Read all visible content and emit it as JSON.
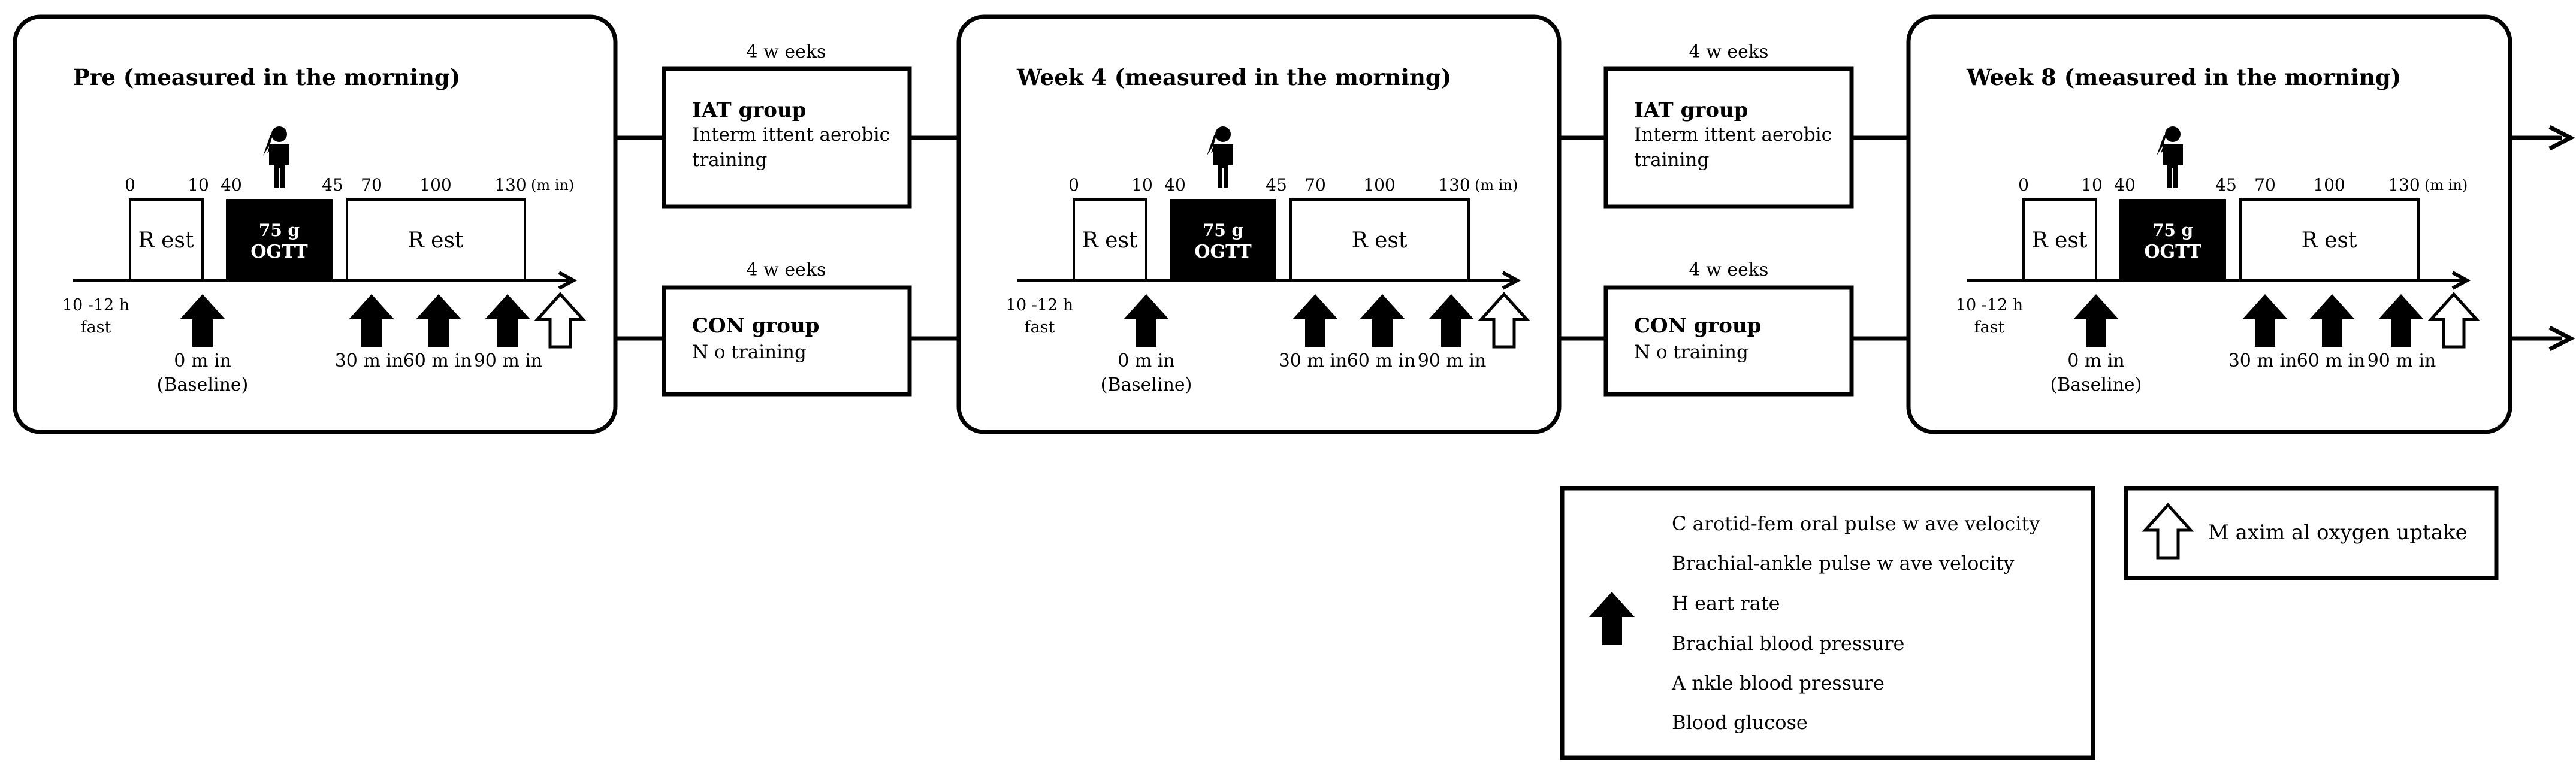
{
  "phases": [
    {
      "title": "Pre (measured in the morning)"
    },
    {
      "title": "Week 4 (measured in the morning)"
    },
    {
      "title": "Week 8 (measured in the morning)"
    }
  ],
  "timeline": {
    "ticks": [
      "0",
      "10",
      "40",
      "45",
      "70",
      "100",
      "130"
    ],
    "unit": "(m in)",
    "rest_label": "R est",
    "ogtt_line1": "75 g",
    "ogtt_line2": "OGTT",
    "fast_line1": "10 -12 h",
    "fast_line2": "fast",
    "baseline_time": "0 m in",
    "baseline_label": "(Baseline)",
    "t30": "30 m in",
    "t60": "60 m in",
    "t90": "90 m in"
  },
  "groups": [
    {
      "duration": "4 w eeks",
      "iat_name": "IAT group",
      "iat_desc1": "Interm ittent aerobic",
      "iat_desc2": "training",
      "con_duration": "4 w eeks",
      "con_name": "CON group",
      "con_desc": "N o training"
    },
    {
      "duration": "4 w eeks",
      "iat_name": "IAT group",
      "iat_desc1": "Interm ittent aerobic",
      "iat_desc2": "training",
      "con_duration": "4 w eeks",
      "con_name": "CON group",
      "con_desc": "N o training"
    }
  ],
  "legend": {
    "filled_items": [
      "C arotid-fem oral pulse w ave velocity",
      "Brachial-ankle pulse w ave velocity",
      "H eart rate",
      "Brachial blood pressure",
      "A nkle blood pressure",
      "Blood glucose"
    ],
    "hollow_item": "M axim al oxygen uptake"
  },
  "icons": {
    "filled_arrow": "filled-up-arrow-icon",
    "hollow_arrow": "hollow-up-arrow-icon",
    "person": "person-drinking-icon"
  }
}
